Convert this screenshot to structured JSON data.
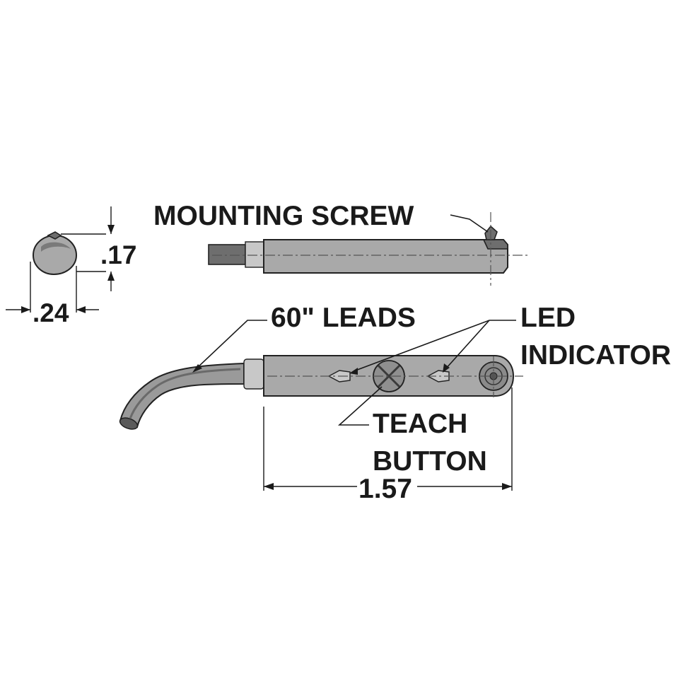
{
  "labels": {
    "mounting_screw": "MOUNTING SCREW",
    "leads": "60\" LEADS",
    "led_line1": "LED",
    "led_line2": "INDICATOR",
    "teach_line1": "TEACH",
    "teach_line2": "BUTTON"
  },
  "dimensions": {
    "height": ".17",
    "width": ".24",
    "length": "1.57"
  },
  "colors": {
    "body": "#a9a9a9",
    "shadow": "#6e6e6e",
    "line": "#1a1a1a"
  }
}
